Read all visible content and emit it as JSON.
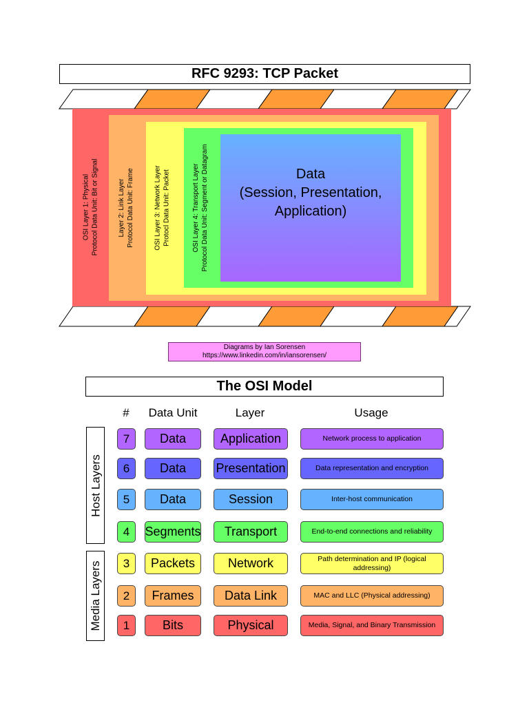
{
  "tcp_diagram": {
    "title": "RFC 9293: TCP Packet",
    "colors": {
      "stripe_accent": "#ff9c38",
      "layer1": "#ff6666",
      "layer2": "#ffb366",
      "layer3": "#ffff66",
      "layer4": "#66ff66",
      "data_top": "#66b2ff",
      "data_bottom": "#a866ff"
    },
    "layers": [
      {
        "line1": "OSI Layer 1: Physical",
        "line2": "Protocol Data Unit: Bit or Signal"
      },
      {
        "line1": "Layer 2: Link Layer",
        "line2": "Protocol Data Unit: Frame"
      },
      {
        "line1": "OSI Layer 3: Network Layer",
        "line2": "Protocl Data Unit: Packet"
      },
      {
        "line1": "OSI Layer 4: Transport Layer",
        "line2": "Protocol Data Unit: Segment or Datagram"
      }
    ],
    "data_lines": [
      "Data",
      "(Session, Presentation,",
      "Application)"
    ]
  },
  "credit": {
    "line1": "Diagrams by Ian Sorensen",
    "line2": "https://www.linkedin.com/in/iansorensen/"
  },
  "osi_model": {
    "title": "The OSI Model",
    "headers": {
      "number": "#",
      "data_unit": "Data Unit",
      "layer": "Layer",
      "usage": "Usage"
    },
    "groups": {
      "host": "Host Layers",
      "media": "Media Layers"
    },
    "rows": [
      {
        "num": "7",
        "unit": "Data",
        "layer": "Application",
        "usage": "Network process to application",
        "color": "#b266ff",
        "textcolor": "#000000"
      },
      {
        "num": "6",
        "unit": "Data",
        "layer": "Presentation",
        "usage": "Data representation and encryption",
        "color": "#6666ff",
        "textcolor": "#000000"
      },
      {
        "num": "5",
        "unit": "Data",
        "layer": "Session",
        "usage": "Inter-host communication",
        "color": "#66b2ff",
        "textcolor": "#000000"
      },
      {
        "num": "4",
        "unit": "Segments",
        "layer": "Transport",
        "usage": "End-to-end connections and reliability",
        "color": "#66ff66",
        "textcolor": "#000000"
      },
      {
        "num": "3",
        "unit": "Packets",
        "layer": "Network",
        "usage": "Path determination and IP (logical addressing)",
        "color": "#ffff66",
        "textcolor": "#000000"
      },
      {
        "num": "2",
        "unit": "Frames",
        "layer": "Data Link",
        "usage": "MAC and LLC (Physical addressing)",
        "color": "#ffb366",
        "textcolor": "#000000"
      },
      {
        "num": "1",
        "unit": "Bits",
        "layer": "Physical",
        "usage": "Media, Signal, and Binary Transmission",
        "color": "#ff6666",
        "textcolor": "#000000"
      }
    ]
  }
}
